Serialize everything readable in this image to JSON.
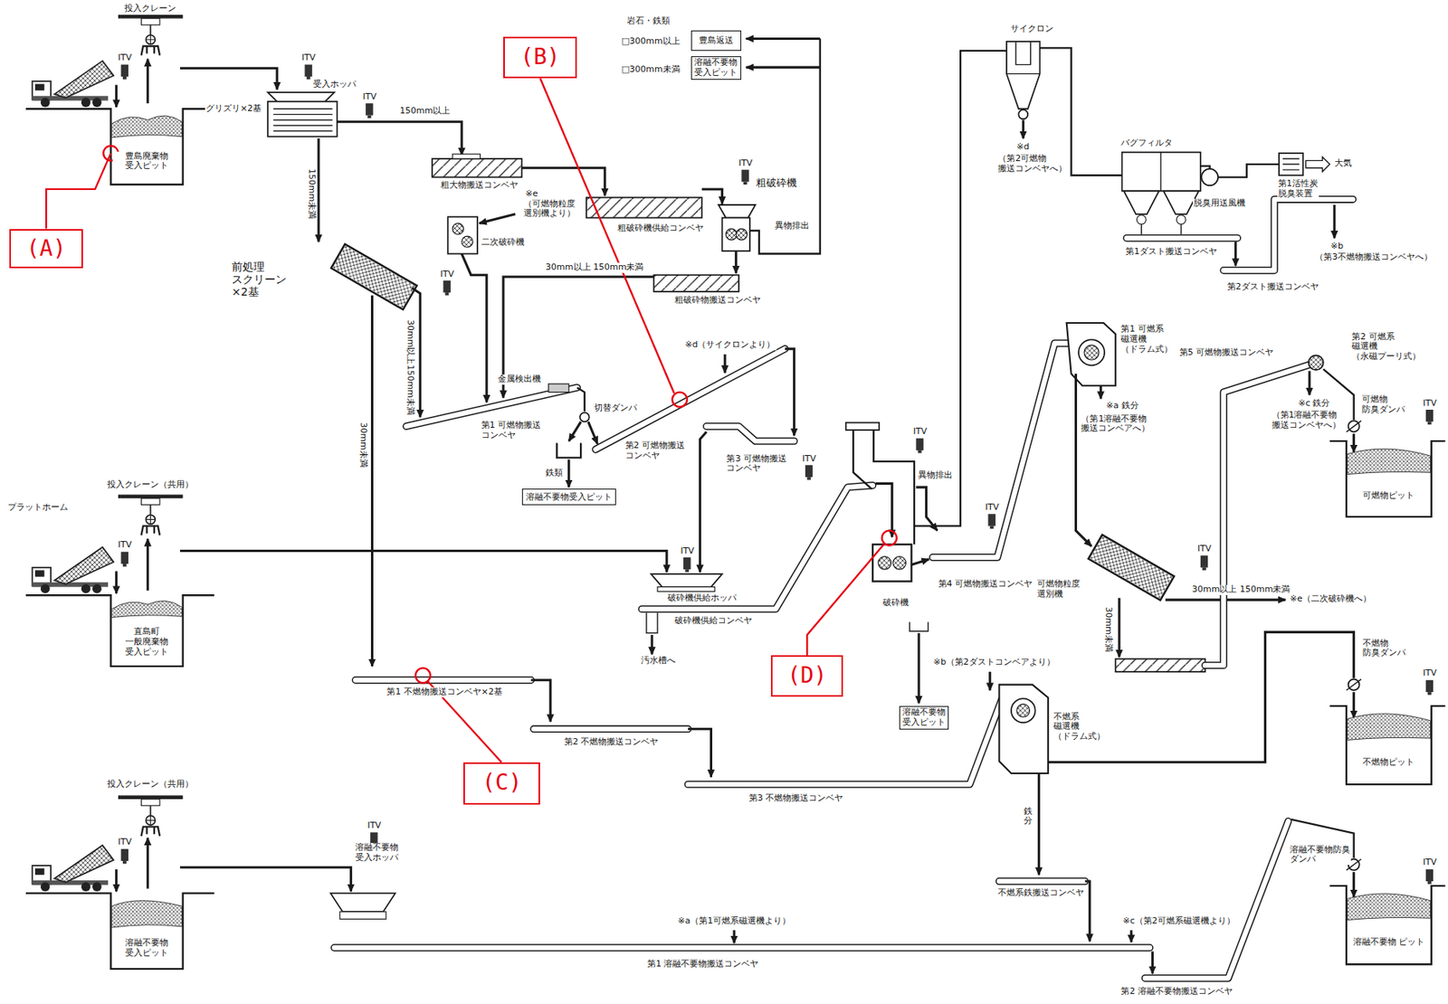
{
  "diagram": {
    "nodes": [
      {
        "text": [
          "豊島返送"
        ]
      },
      {
        "text": [
          "溶融不要物 受入ピット"
        ]
      },
      {
        "text": [
          "(B)"
        ]
      },
      {
        "text": [
          "豊島廃棄物 受入ピット"
        ]
      },
      {
        "text": [
          "(A)"
        ]
      },
      {
        "text": [
          "溶融不要物受入ピット"
        ]
      },
      {
        "text": [
          "直島町 一般廃棄物 受入ピット"
        ]
      },
      {
        "text": [
          "(D)"
        ]
      },
      {
        "text": [
          "溶融不要物 受入ピット"
        ]
      },
      {
        "text": [
          "(C)"
        ]
      },
      {
        "text": [
          "溶融不要物 受入ピット"
        ]
      },
      {
        "text": [
          "可燃物ピット"
        ]
      },
      {
        "text": [
          "不燃物ピット"
        ]
      },
      {
        "text": [
          "溶融不要物 ピット"
        ]
      }
    ],
    "edges": [
      {
        "from": 4,
        "to": 3,
        "arrow": "none"
      }
    ],
    "labels": [
      "投入クレーン",
      "ITV",
      "ITV",
      "受入ホッパ",
      "グリズリ×2基",
      "ITV",
      "150mm以上",
      "150mm未満",
      "粗大物搬送コンベヤ",
      "前処理 スクリーン×2基",
      "ITV",
      "岩石・鉄類",
      "□300mm以上",
      "□300mm未満",
      "※e",
      "（可燃物粒度 選別機より）",
      "二次破砕機",
      "ITV",
      "粗破砕機",
      "粗破砕機供給コンベヤ",
      "異物排出",
      "粗破砕物搬送コンベヤ",
      "30mm以上 150mm未満",
      "30mm以上150mm未満",
      "30mm未満",
      "※d（サイクロンより）",
      "金属検出機",
      "切替ダンパ",
      "第1 可燃物搬送 コンベヤ",
      "第2 可燃物搬送 コンベヤ",
      "鉄類",
      "第3 可燃物搬送 コンベヤ",
      "ITV",
      "プラットホーム",
      "投入クレーン（共用）",
      "ITV",
      "ITV",
      "破砕機供給ホッパ",
      "破砕機供給コンベヤ",
      "汚水槽へ",
      "第1 不燃物搬送コンベヤ×2基",
      "第2 不燃物搬送コンベヤ",
      "第3 不燃物搬送コンベヤ",
      "ITV",
      "異物排出",
      "破砕機",
      "第4 可燃物搬送コンベヤ",
      "ITV",
      "サイクロン",
      "※d",
      "（第2可燃物 搬送コンベヤへ）",
      "バグフィルタ",
      "脱臭用送風機",
      "第1活性炭 脱臭装置",
      "大気",
      "第1ダスト搬送コンベヤ",
      "※b",
      "（第3不燃物搬送コンベヤへ）",
      "第2ダスト搬送コンベヤ",
      "第1 可燃系 磁選機 （ドラム式）",
      "※a 鉄分",
      "（第1溶融不要物 搬送コンベアへ）",
      "第5 可燃物搬送コンベヤ",
      "第2 可燃系 磁選機 （永磁プーリ式）",
      "※c 鉄分",
      "（第1溶融不要物 搬送コンベヤへ）",
      "可燃物 防臭ダンパ",
      "ITV",
      "可燃物粒度 選別機",
      "ITV",
      "30mm以上 150mm未満",
      "※e（二次破砕機へ）",
      "30mm未満",
      "不燃物 防臭ダンパ",
      "ITV",
      "※b（第2ダストコンベアより）",
      "不燃系 磁選機 （ドラム式）",
      "鉄分",
      "不燃系鉄搬送コンベヤ",
      "投入クレーン（共用）",
      "ITV",
      "ITV",
      "溶融不要物 受入ホッパ",
      "※a（第1可燃系磁選機より）",
      "※c（第2可燃系磁選機より）",
      "第1 溶融不要物搬送コンベヤ",
      "第2 溶融不要物搬送コンベヤ",
      "溶融不要物防臭 ダンパ",
      "ITV"
    ]
  }
}
